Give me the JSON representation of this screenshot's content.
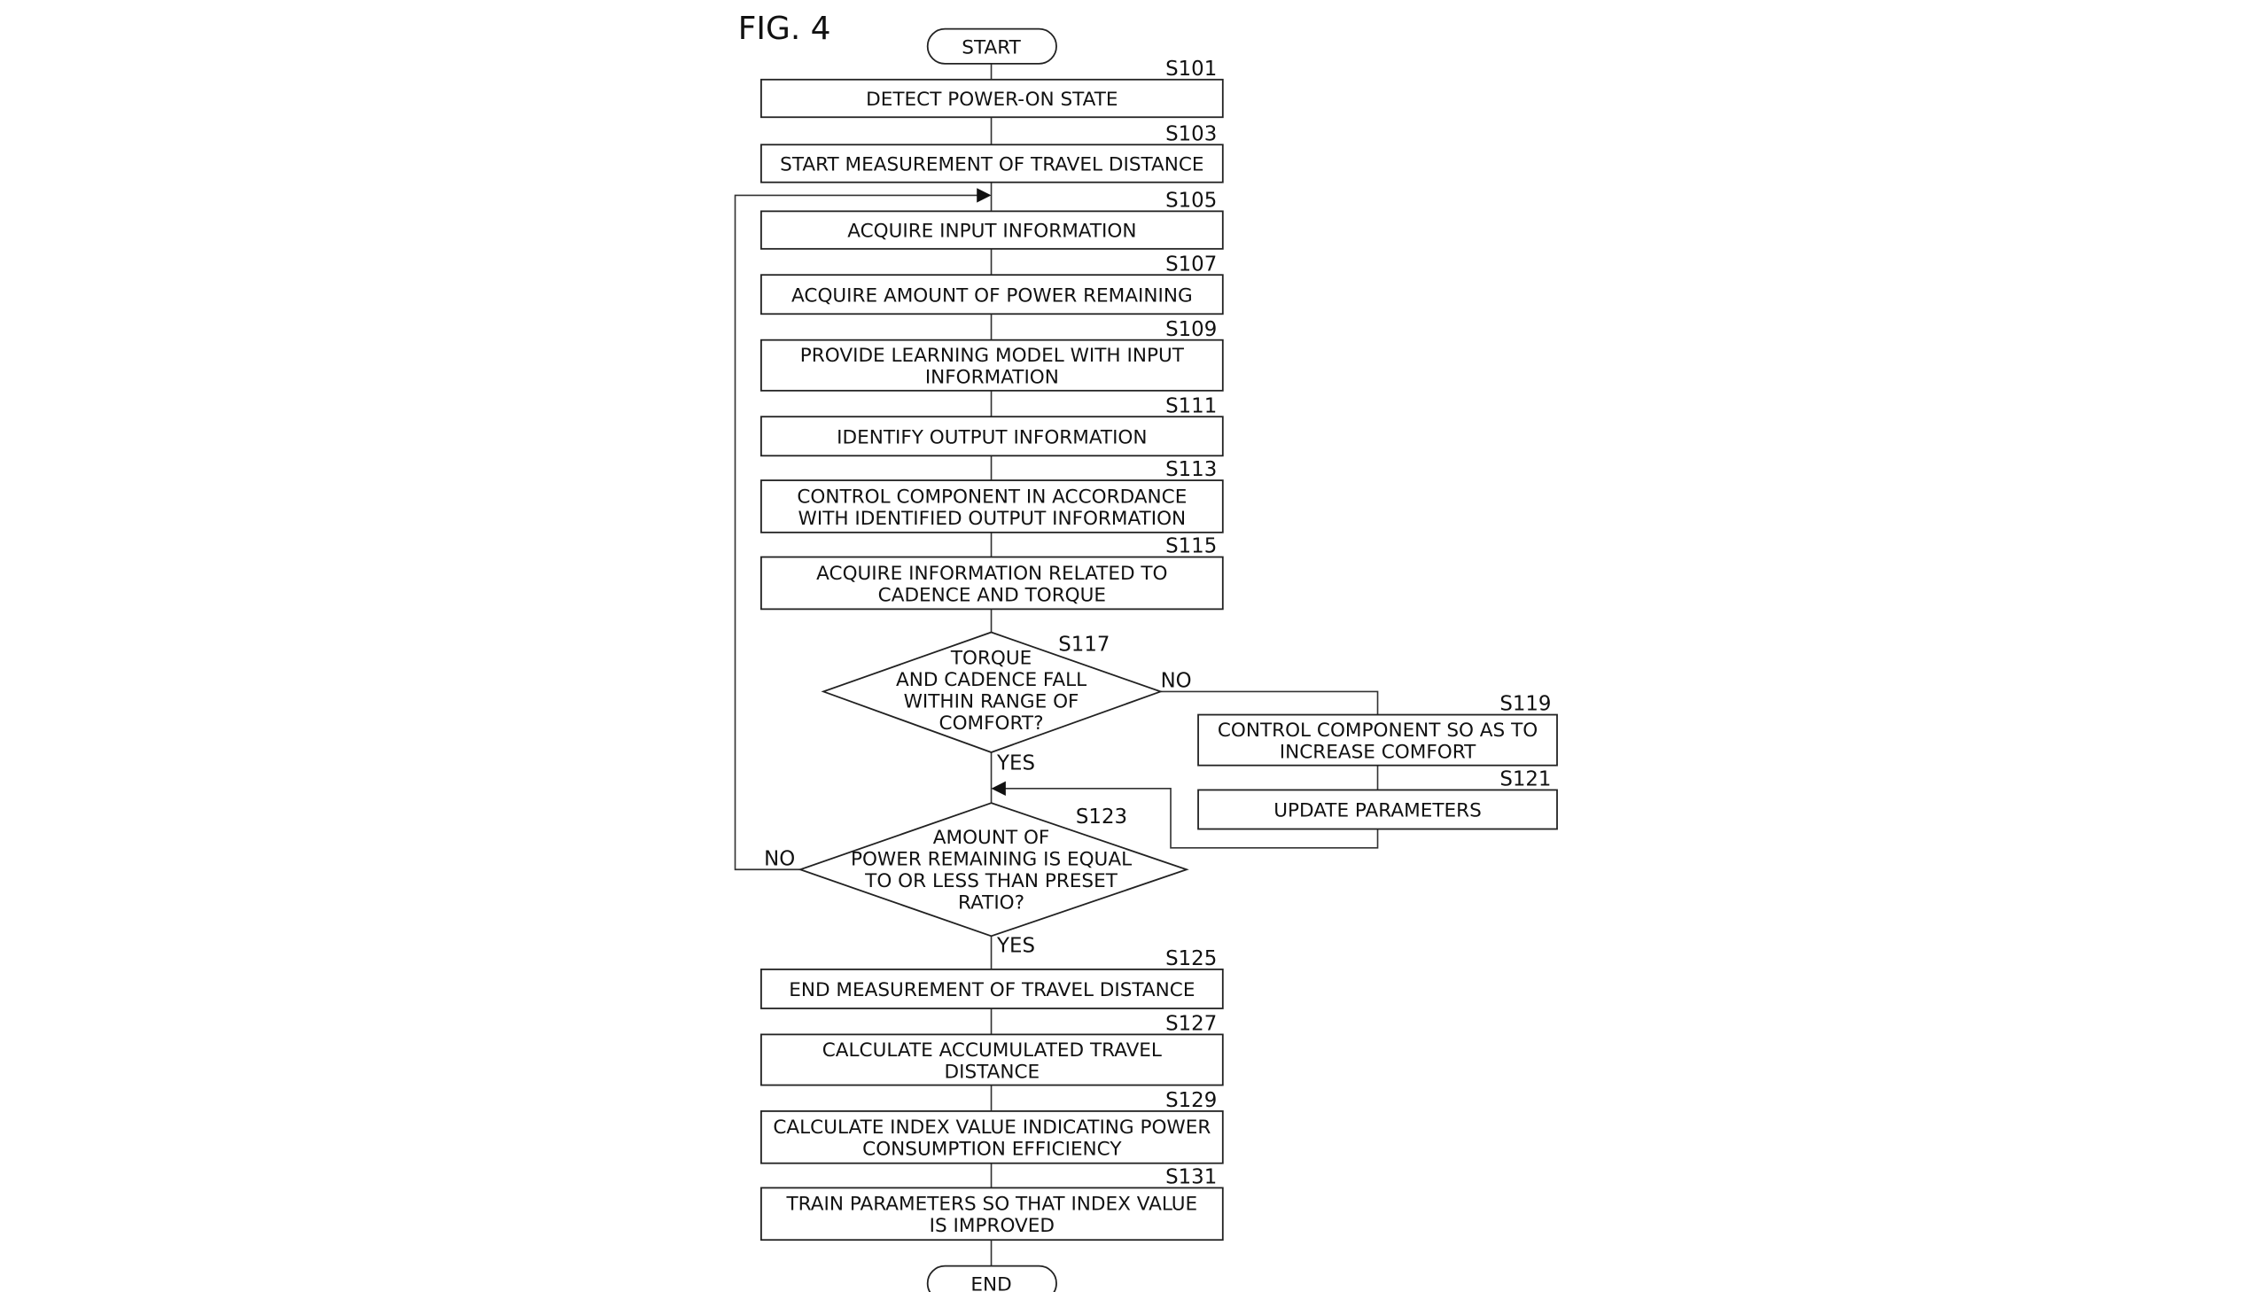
{
  "figure": {
    "label": "FIG. 4",
    "start_label": "START",
    "end_label": "END"
  },
  "steps": [
    {
      "id": "S101",
      "lines": [
        "DETECT POWER-ON STATE"
      ]
    },
    {
      "id": "S103",
      "lines": [
        "START MEASUREMENT OF TRAVEL DISTANCE"
      ]
    },
    {
      "id": "S105",
      "lines": [
        "ACQUIRE INPUT INFORMATION"
      ]
    },
    {
      "id": "S107",
      "lines": [
        "ACQUIRE AMOUNT OF POWER REMAINING"
      ]
    },
    {
      "id": "S109",
      "lines": [
        "PROVIDE LEARNING MODEL WITH INPUT",
        "INFORMATION"
      ]
    },
    {
      "id": "S111",
      "lines": [
        "IDENTIFY OUTPUT INFORMATION"
      ]
    },
    {
      "id": "S113",
      "lines": [
        "CONTROL COMPONENT IN ACCORDANCE",
        "WITH IDENTIFIED OUTPUT INFORMATION"
      ]
    },
    {
      "id": "S115",
      "lines": [
        "ACQUIRE INFORMATION RELATED TO",
        "CADENCE AND TORQUE"
      ]
    },
    {
      "id": "S125",
      "lines": [
        "END MEASUREMENT OF TRAVEL DISTANCE"
      ]
    },
    {
      "id": "S127",
      "lines": [
        "CALCULATE ACCUMULATED TRAVEL",
        "DISTANCE"
      ]
    },
    {
      "id": "S129",
      "lines": [
        "CALCULATE INDEX VALUE INDICATING POWER",
        "CONSUMPTION EFFICIENCY"
      ]
    },
    {
      "id": "S131",
      "lines": [
        "TRAIN PARAMETERS SO THAT INDEX VALUE",
        "IS IMPROVED"
      ]
    }
  ],
  "side_steps": [
    {
      "id": "S119",
      "lines": [
        "CONTROL COMPONENT SO AS TO",
        "INCREASE COMFORT"
      ]
    },
    {
      "id": "S121",
      "lines": [
        "UPDATE PARAMETERS"
      ]
    }
  ],
  "decisions": [
    {
      "id": "S117",
      "lines": [
        "TORQUE",
        "AND CADENCE FALL",
        "WITHIN RANGE OF",
        "COMFORT?"
      ],
      "yes_label": "YES",
      "no_label": "NO"
    },
    {
      "id": "S123",
      "lines": [
        "AMOUNT OF",
        "POWER REMAINING IS EQUAL",
        "TO OR LESS THAN PRESET",
        "RATIO?"
      ],
      "yes_label": "YES",
      "no_label": "NO"
    }
  ],
  "colors": {
    "line": "#333333",
    "text": "#111111",
    "background": "#ffffff"
  }
}
